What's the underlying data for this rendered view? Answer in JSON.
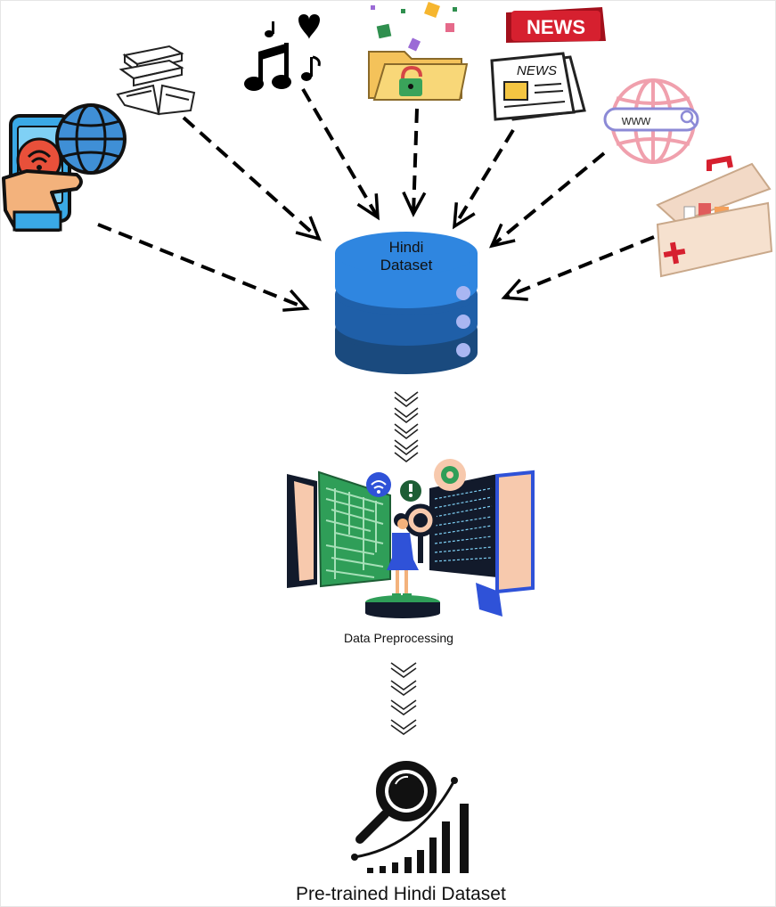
{
  "database": {
    "line1": "Hindi",
    "line2": "Dataset"
  },
  "news_banner": "NEWS",
  "newspaper_title": "NEWS",
  "url_bar_text": "www",
  "preprocessing": {
    "label": "Data Preprocessing"
  },
  "output": {
    "label": "Pre-trained Hindi Dataset"
  },
  "colors": {
    "db_top": "#2f86e0",
    "db_mid": "#1f5fa8",
    "db_bottom": "#1a4a7e",
    "db_dots": "#a9b6f2",
    "news_red": "#d6202f",
    "globe_pink": "#f0a0ad",
    "maze_green": "#2f9e58",
    "peach": "#f7c9ad",
    "blue_accent": "#2f52d8"
  }
}
